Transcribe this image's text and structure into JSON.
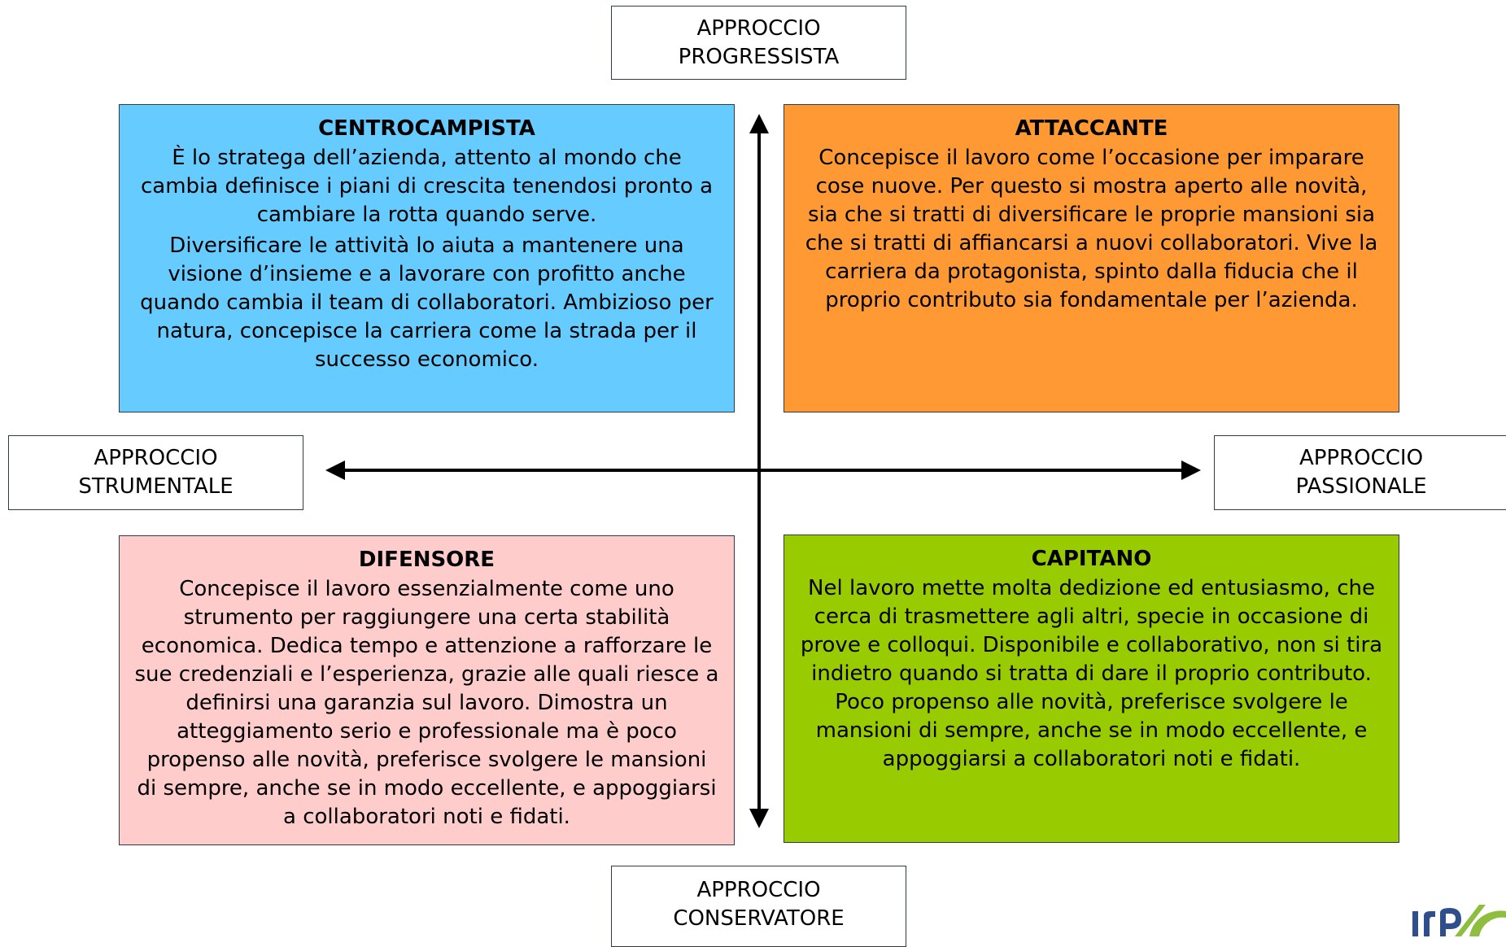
{
  "colors": {
    "centrocampista": "#66CCFF",
    "attaccante": "#FF9933",
    "difensore": "#FFCCCC",
    "capitano": "#99CC00",
    "border": "#2F3A4A",
    "logo_blue": "#2E4F8C",
    "logo_green": "#8DBE3F"
  },
  "axes": {
    "top": {
      "line1": "APPROCCIO",
      "line2": "PROGRESSISTA"
    },
    "bottom": {
      "line1": "APPROCCIO",
      "line2": "CONSERVATORE"
    },
    "left": {
      "line1": "APPROCCIO",
      "line2": "STRUMENTALE"
    },
    "right": {
      "line1": "APPROCCIO",
      "line2": "PASSIONALE"
    }
  },
  "quadrants": {
    "centrocampista": {
      "title": "CENTROCAMPISTA",
      "para1": "È lo stratega dell’azienda, attento al mondo che cambia definisce i piani di crescita tenendosi pronto a cambiare la rotta quando serve.",
      "para2": "Diversificare le attività lo aiuta a mantenere una visione d’insieme e a lavorare con profitto anche quando cambia il team di collaboratori. Ambizioso per natura, concepisce la carriera come la strada per il successo economico."
    },
    "attaccante": {
      "title": "ATTACCANTE",
      "text": "Concepisce il lavoro come l’occasione per imparare cose nuove. Per questo si mostra aperto alle novità, sia che si tratti di diversificare le proprie mansioni sia che si tratti di affiancarsi a nuovi collaboratori. Vive la carriera da protagonista, spinto dalla fiducia che il proprio contributo sia fondamentale per l’azienda."
    },
    "difensore": {
      "title": "DIFENSORE",
      "text": "Concepisce il lavoro essenzialmente come uno strumento per raggiungere una certa stabilità economica. Dedica tempo e attenzione a rafforzare le sue credenziali e l’esperienza, grazie alle quali riesce a definirsi una garanzia sul lavoro. Dimostra un atteggiamento serio e professionale ma è poco propenso alle novità, preferisce svolgere le mansioni di sempre, anche se in modo eccellente, e appoggiarsi a collaboratori noti e fidati."
    },
    "capitano": {
      "title": "CAPITANO",
      "text": "Nel lavoro mette molta dedizione ed entusiasmo, che cerca di trasmettere agli altri, specie in occasione di prove e colloqui. Disponibile e collaborativo, non si tira indietro quando si tratta di dare il proprio contributo. Poco propenso alle novità, preferisce svolgere le mansioni di sempre, anche se in modo eccellente, e appoggiarsi a collaboratori noti e fidati."
    }
  },
  "logo": {
    "text": "Irp"
  }
}
